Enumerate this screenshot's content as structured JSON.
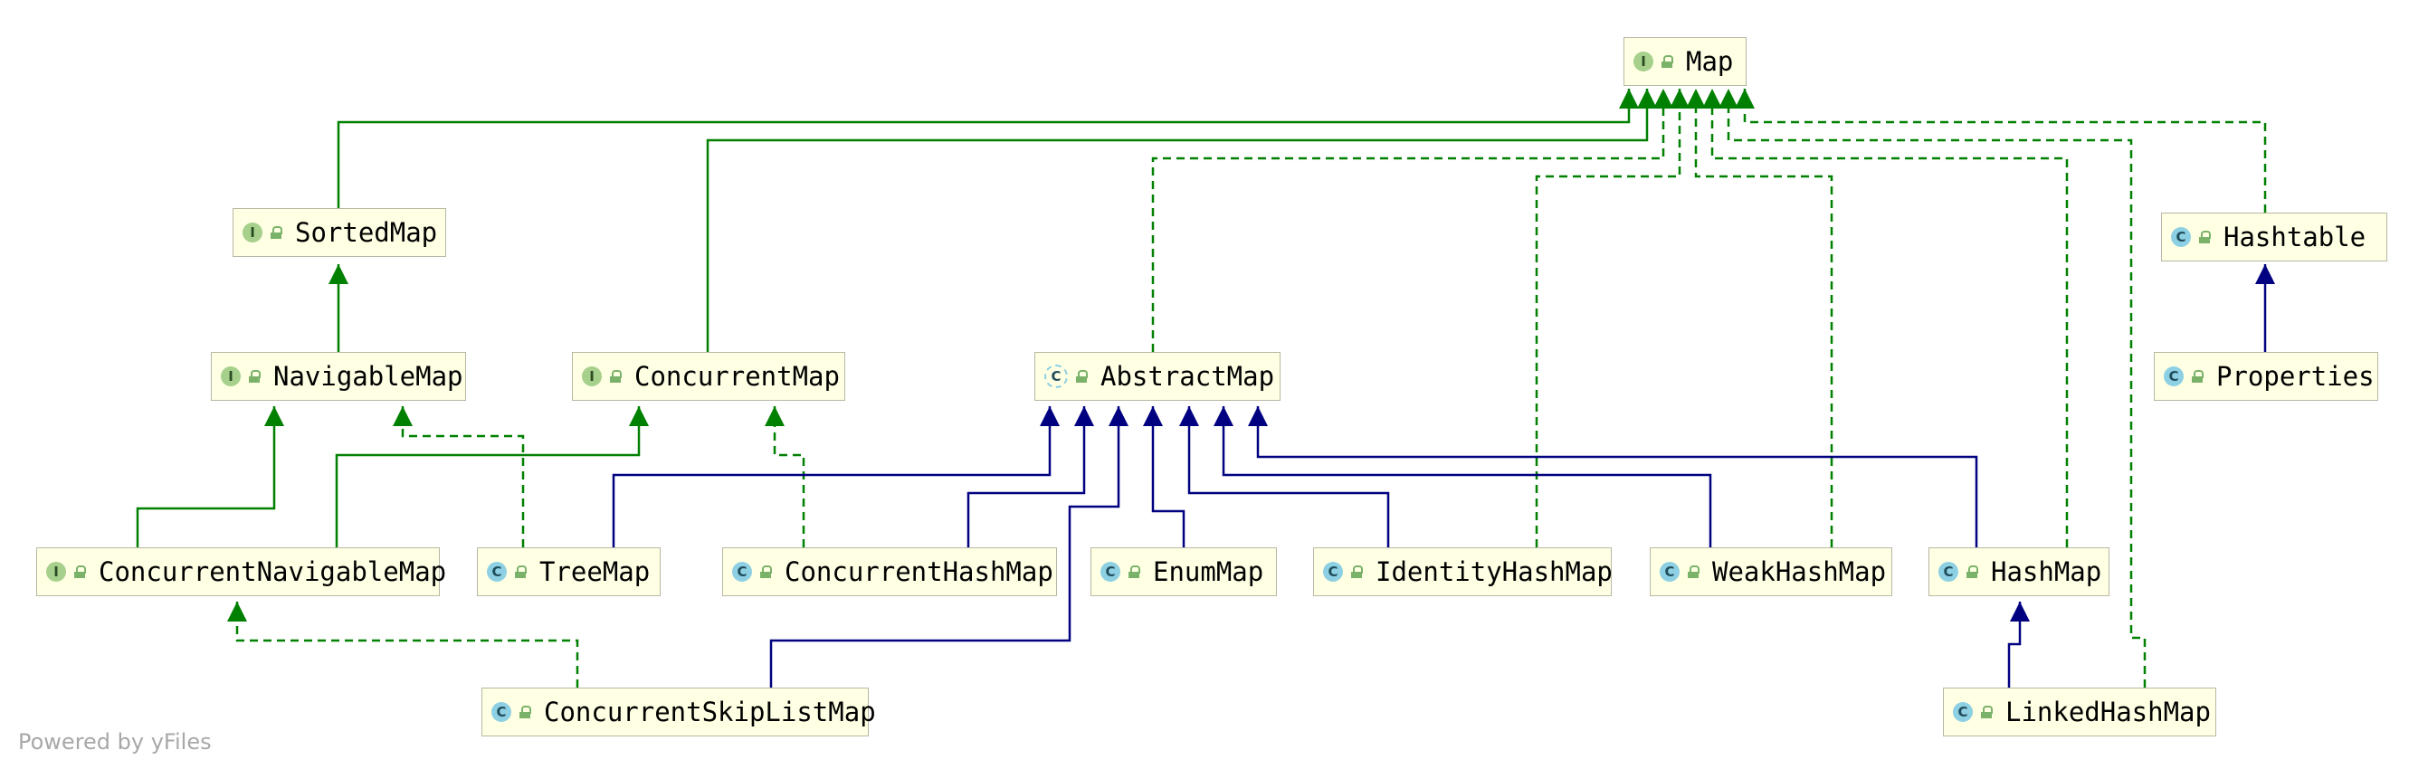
{
  "diagram": {
    "title": "",
    "nodes": [
      {
        "id": "Map",
        "label": "Map",
        "kind": "interface",
        "icon": "interface-icon"
      },
      {
        "id": "SortedMap",
        "label": "SortedMap",
        "kind": "interface",
        "icon": "interface-icon"
      },
      {
        "id": "Hashtable",
        "label": "Hashtable",
        "kind": "class",
        "icon": "class-icon"
      },
      {
        "id": "NavigableMap",
        "label": "NavigableMap",
        "kind": "interface",
        "icon": "interface-icon"
      },
      {
        "id": "ConcurrentMap",
        "label": "ConcurrentMap",
        "kind": "interface",
        "icon": "interface-icon"
      },
      {
        "id": "AbstractMap",
        "label": "AbstractMap",
        "kind": "abstract-class",
        "icon": "abstract-class-icon"
      },
      {
        "id": "Properties",
        "label": "Properties",
        "kind": "class",
        "icon": "class-icon"
      },
      {
        "id": "ConcurrentNavigableMap",
        "label": "ConcurrentNavigableMap",
        "kind": "interface",
        "icon": "interface-icon"
      },
      {
        "id": "TreeMap",
        "label": "TreeMap",
        "kind": "class",
        "icon": "class-icon"
      },
      {
        "id": "ConcurrentHashMap",
        "label": "ConcurrentHashMap",
        "kind": "class",
        "icon": "class-icon"
      },
      {
        "id": "EnumMap",
        "label": "EnumMap",
        "kind": "class",
        "icon": "class-icon"
      },
      {
        "id": "IdentityHashMap",
        "label": "IdentityHashMap",
        "kind": "class",
        "icon": "class-icon"
      },
      {
        "id": "WeakHashMap",
        "label": "WeakHashMap",
        "kind": "class",
        "icon": "class-icon"
      },
      {
        "id": "HashMap",
        "label": "HashMap",
        "kind": "class",
        "icon": "class-icon"
      },
      {
        "id": "ConcurrentSkipListMap",
        "label": "ConcurrentSkipListMap",
        "kind": "class",
        "icon": "class-icon"
      },
      {
        "id": "LinkedHashMap",
        "label": "LinkedHashMap",
        "kind": "class",
        "icon": "class-icon"
      }
    ],
    "edges": [
      {
        "from": "SortedMap",
        "to": "Map",
        "type": "extends-interface"
      },
      {
        "from": "ConcurrentMap",
        "to": "Map",
        "type": "extends-interface"
      },
      {
        "from": "AbstractMap",
        "to": "Map",
        "type": "implements"
      },
      {
        "from": "IdentityHashMap",
        "to": "Map",
        "type": "implements"
      },
      {
        "from": "WeakHashMap",
        "to": "Map",
        "type": "implements"
      },
      {
        "from": "HashMap",
        "to": "Map",
        "type": "implements"
      },
      {
        "from": "LinkedHashMap",
        "to": "Map",
        "type": "implements"
      },
      {
        "from": "Hashtable",
        "to": "Map",
        "type": "implements"
      },
      {
        "from": "NavigableMap",
        "to": "SortedMap",
        "type": "extends-interface"
      },
      {
        "from": "Properties",
        "to": "Hashtable",
        "type": "extends-class"
      },
      {
        "from": "ConcurrentNavigableMap",
        "to": "NavigableMap",
        "type": "extends-interface"
      },
      {
        "from": "ConcurrentNavigableMap",
        "to": "ConcurrentMap",
        "type": "extends-interface"
      },
      {
        "from": "TreeMap",
        "to": "NavigableMap",
        "type": "implements"
      },
      {
        "from": "ConcurrentHashMap",
        "to": "ConcurrentMap",
        "type": "implements"
      },
      {
        "from": "TreeMap",
        "to": "AbstractMap",
        "type": "extends-class"
      },
      {
        "from": "ConcurrentHashMap",
        "to": "AbstractMap",
        "type": "extends-class"
      },
      {
        "from": "ConcurrentSkipListMap",
        "to": "AbstractMap",
        "type": "extends-class"
      },
      {
        "from": "EnumMap",
        "to": "AbstractMap",
        "type": "extends-class"
      },
      {
        "from": "IdentityHashMap",
        "to": "AbstractMap",
        "type": "extends-class"
      },
      {
        "from": "WeakHashMap",
        "to": "AbstractMap",
        "type": "extends-class"
      },
      {
        "from": "HashMap",
        "to": "AbstractMap",
        "type": "extends-class"
      },
      {
        "from": "ConcurrentSkipListMap",
        "to": "ConcurrentNavigableMap",
        "type": "implements"
      },
      {
        "from": "LinkedHashMap",
        "to": "HashMap",
        "type": "extends-class"
      }
    ],
    "legend_colors": {
      "extends_interface": "#008000",
      "implements": "#008000",
      "extends_class": "#000080"
    },
    "badges": {
      "interface": "I",
      "class": "C"
    }
  },
  "footer": {
    "text": "Powered by yFiles"
  }
}
